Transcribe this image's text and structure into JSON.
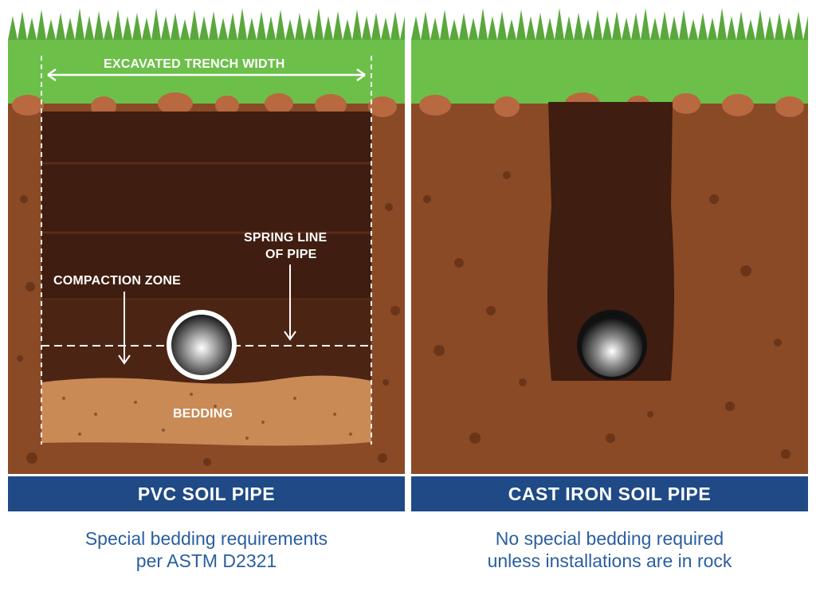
{
  "left": {
    "trench_width_label": "EXCAVATED TRENCH WIDTH",
    "spring_line_label_1": "SPRING LINE",
    "spring_line_label_2": "OF PIPE",
    "compaction_zone_label": "COMPACTION ZONE",
    "bedding_label": "BEDDING",
    "title": "PVC SOIL PIPE",
    "caption_line_1": "Special bedding requirements",
    "caption_line_2": "per ASTM D2321"
  },
  "right": {
    "title": "CAST IRON SOIL PIPE",
    "caption_line_1": "No special bedding required",
    "caption_line_2": "unless installations are in rock"
  },
  "colors": {
    "banner": "#1f4a86",
    "caption_text": "#2b5ea0",
    "soil": "#8a4a26",
    "trench_fill": "#3f1d10",
    "bedding": "#c98a55",
    "grass": "#6cc04a"
  }
}
